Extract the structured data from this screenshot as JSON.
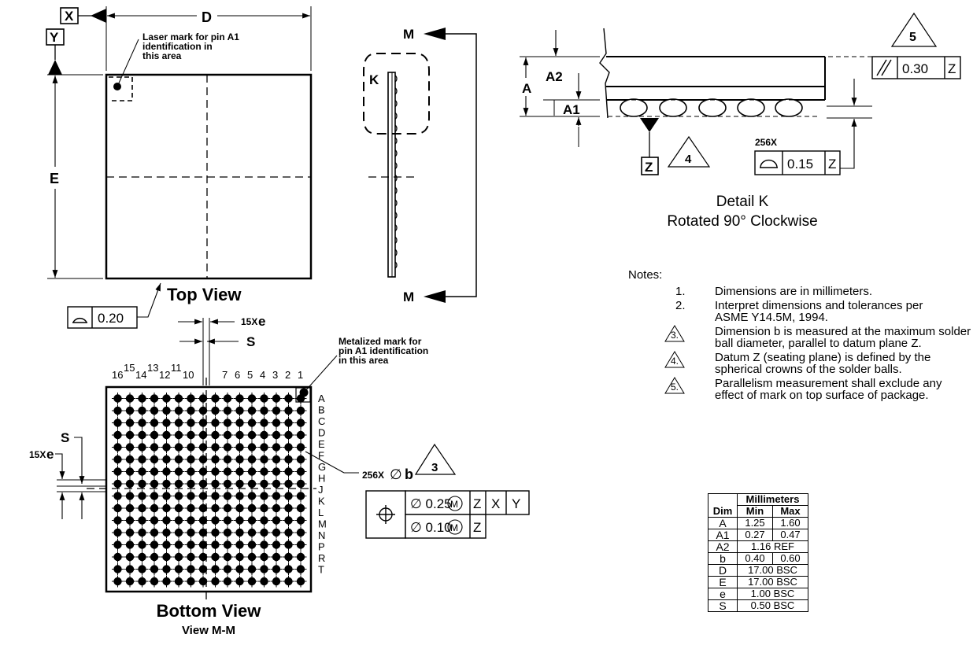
{
  "top_view": {
    "title": "Top View",
    "datum_x": "X",
    "datum_y": "Y",
    "dim_d": "D",
    "dim_e": "E",
    "laser_mark_note": [
      "Laser mark for pin A1",
      "identification in",
      "this area"
    ],
    "flatness_value": "0.20"
  },
  "side_view": {
    "label_k": "K",
    "label_m": "M"
  },
  "bottom_view": {
    "title": "Bottom View",
    "subtitle": "View M-M",
    "pitch_label": "15X",
    "pitch_symbol": "e",
    "offset_symbol": "S",
    "metal_mark_note": [
      "Metalized mark for",
      "pin A1 identification",
      "in this area"
    ],
    "column_numbers_left": [
      "16",
      "15",
      "14",
      "13",
      "12",
      "11",
      "10"
    ],
    "column_numbers_right": [
      "7",
      "6",
      "5",
      "4",
      "3",
      "2",
      "1"
    ],
    "row_letters": [
      "A",
      "B",
      "C",
      "D",
      "E",
      "F",
      "G",
      "H",
      "J",
      "K",
      "L",
      "M",
      "N",
      "P",
      "R",
      "T"
    ],
    "ball_callout": {
      "count": "256X",
      "symbol": "∅",
      "letter": "b",
      "note_ref": "3"
    },
    "position_tolerance": {
      "row1": {
        "value": "∅ 0.25",
        "modifier": "M",
        "datums": [
          "Z",
          "X",
          "Y"
        ]
      },
      "row2": {
        "value": "∅ 0.10",
        "modifier": "M",
        "datums": [
          "Z"
        ]
      }
    }
  },
  "detail_k": {
    "title": "Detail K",
    "subtitle": "Rotated 90° Clockwise",
    "dim_a": "A",
    "dim_a1": "A1",
    "dim_a2": "A2",
    "datum_z": "Z",
    "note_ref_4": "4",
    "note_ref_5": "5",
    "parallelism_value": "0.30",
    "parallelism_datum": "Z",
    "coplanarity_count": "256X",
    "coplanarity_value": "0.15",
    "coplanarity_datum": "Z"
  },
  "notes": {
    "header": "Notes:",
    "items": [
      {
        "marker": "1.",
        "triangle": false,
        "text": "Dimensions are in millimeters."
      },
      {
        "marker": "2.",
        "triangle": false,
        "text": "Interpret dimensions and tolerances per ASME Y14.5M, 1994."
      },
      {
        "marker": "3.",
        "triangle": true,
        "text": "Dimension b is measured at the maximum solder ball diameter, parallel to datum plane Z."
      },
      {
        "marker": "4.",
        "triangle": true,
        "text": "Datum Z (seating plane) is defined by the spherical crowns of the solder balls."
      },
      {
        "marker": "5.",
        "triangle": true,
        "text": "Parallelism measurement shall exclude any effect of mark on top surface of package."
      }
    ]
  },
  "dim_table": {
    "group_header": "Millimeters",
    "col_dim": "Dim",
    "col_min": "Min",
    "col_max": "Max",
    "rows": [
      {
        "dim": "A",
        "min": "1.25",
        "max": "1.60",
        "merged": ""
      },
      {
        "dim": "A1",
        "min": "0.27",
        "max": "0.47",
        "merged": ""
      },
      {
        "dim": "A2",
        "min": "",
        "max": "",
        "merged": "1.16 REF"
      },
      {
        "dim": "b",
        "min": "0.40",
        "max": "0.60",
        "merged": ""
      },
      {
        "dim": "D",
        "min": "",
        "max": "",
        "merged": "17.00 BSC"
      },
      {
        "dim": "E",
        "min": "",
        "max": "",
        "merged": "17.00 BSC"
      },
      {
        "dim": "e",
        "min": "",
        "max": "",
        "merged": "1.00 BSC"
      },
      {
        "dim": "S",
        "min": "",
        "max": "",
        "merged": "0.50 BSC"
      }
    ]
  }
}
